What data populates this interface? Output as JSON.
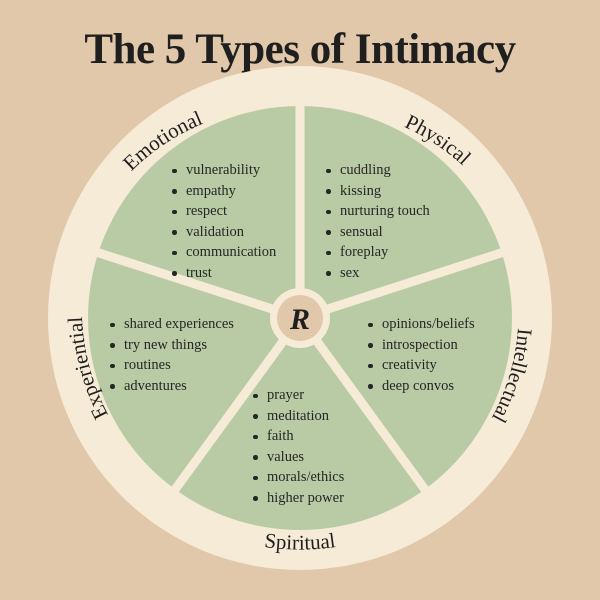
{
  "title": "The 5 Types of Intimacy",
  "center_logo": "R",
  "colors": {
    "background": "#e2c8ab",
    "outer_ring": "#f6ebd6",
    "segment_fill": "#b9cba4",
    "divider": "#f6ebd6",
    "text": "#1f1f1f"
  },
  "segments": [
    {
      "name": "Emotional",
      "items": [
        "vulnerability",
        "empathy",
        "respect",
        "validation",
        "communication",
        "trust"
      ]
    },
    {
      "name": "Physical",
      "items": [
        "cuddling",
        "kissing",
        "nurturing touch",
        "sensual",
        "foreplay",
        "sex"
      ]
    },
    {
      "name": "Intellectual",
      "items": [
        "opinions/beliefs",
        "introspection",
        "creativity",
        "deep convos"
      ]
    },
    {
      "name": "Spiritual",
      "items": [
        "prayer",
        "meditation",
        "faith",
        "values",
        "morals/ethics",
        "higher power"
      ]
    },
    {
      "name": "Experiential",
      "items": [
        "shared experiences",
        "try new things",
        "routines",
        "adventures"
      ]
    }
  ]
}
